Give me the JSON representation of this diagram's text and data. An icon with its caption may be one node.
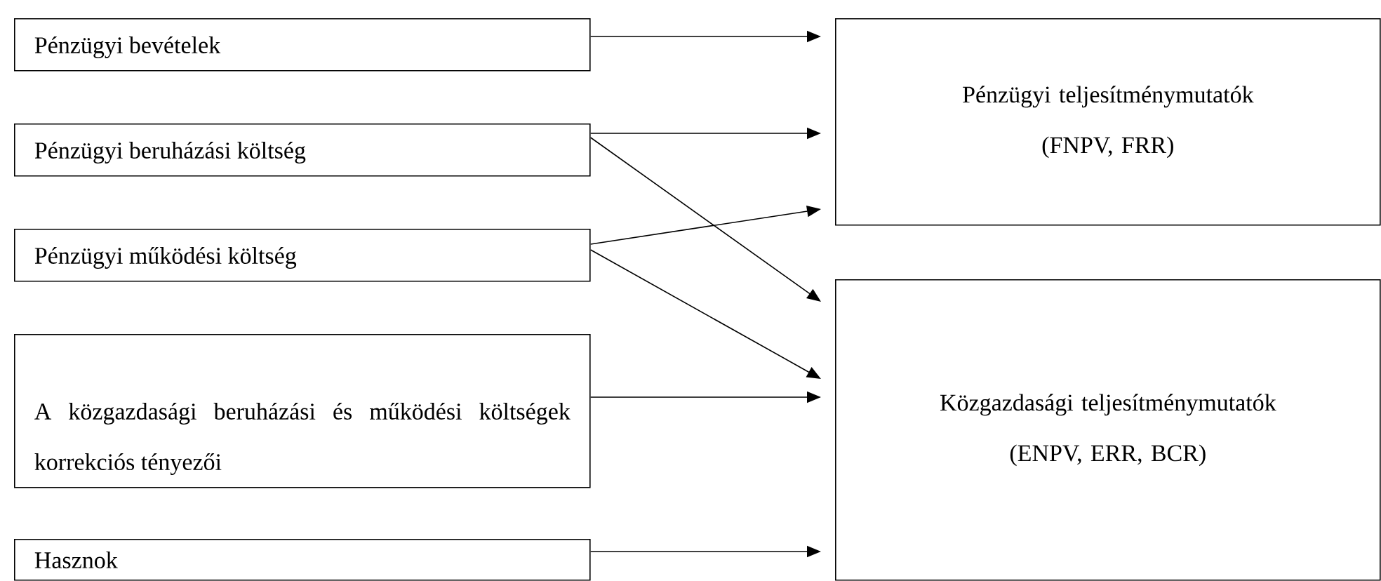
{
  "diagram": {
    "nodes": [
      {
        "text": [
          "Pénzügyi bevételek"
        ]
      },
      {
        "text": [
          "Pénzügyi beruházási költség"
        ]
      },
      {
        "text": [
          "Pénzügyi működési költség"
        ]
      },
      {
        "text": [
          "A közgazdasági beruházási és működési költségek korrekciós tényezői"
        ]
      },
      {
        "text": [
          "Hasznok"
        ]
      },
      {
        "text": [
          "Pénzügyi teljesítménymutatók",
          "(FNPV, FRR)"
        ]
      },
      {
        "text": [
          "Közgazdasági teljesítménymutatók",
          "(ENPV, ERR, BCR)"
        ]
      }
    ],
    "edges": [
      {
        "from": 0,
        "to": 5,
        "arrow": "to"
      },
      {
        "from": 1,
        "to": 5,
        "arrow": "to"
      },
      {
        "from": 1,
        "to": 6,
        "arrow": "to"
      },
      {
        "from": 2,
        "to": 5,
        "arrow": "to"
      },
      {
        "from": 2,
        "to": 6,
        "arrow": "to"
      },
      {
        "from": 3,
        "to": 6,
        "arrow": "to"
      },
      {
        "from": 4,
        "to": 6,
        "arrow": "to"
      }
    ]
  }
}
